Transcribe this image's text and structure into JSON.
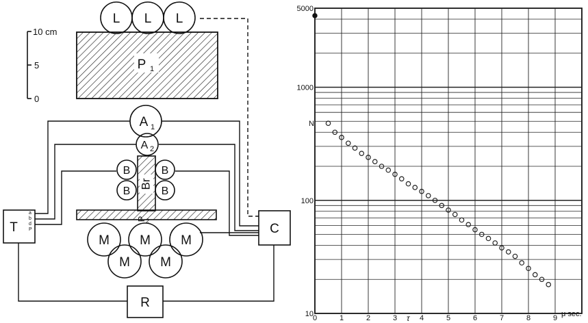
{
  "scale_bar": {
    "ticks": [
      "10 cm",
      "5",
      "0"
    ]
  },
  "apparatus": {
    "counters_top": [
      "L",
      "L",
      "L"
    ],
    "absorber_top": {
      "label": "P",
      "subscript": "1"
    },
    "counter_a1": {
      "label": "A",
      "subscript": "1"
    },
    "counter_a2": {
      "label": "A",
      "subscript": "2"
    },
    "counters_side": [
      "B",
      "B",
      "B",
      "B"
    ],
    "block": {
      "label": "Br"
    },
    "absorber_mid": {
      "label": "P",
      "subscript": "2"
    },
    "counters_bottom": [
      "M",
      "M",
      "M",
      "M",
      "M"
    ],
    "unit_t": "T",
    "unit_t_inputs": [
      "a",
      "b",
      "d",
      "P"
    ],
    "unit_c": "C",
    "unit_r": "R"
  },
  "chart_data": {
    "type": "scatter",
    "xlabel": "τ",
    "x_unit_label": "μ sec.",
    "ylabel": "N",
    "y_scale": "log",
    "xlim": [
      0,
      10
    ],
    "ylim": [
      10,
      5000
    ],
    "x_tick_labels": [
      "0",
      "1",
      "2",
      "3",
      "4",
      "5",
      "6",
      "7",
      "8",
      "9"
    ],
    "y_tick_labels": [
      "10",
      "100",
      "1000",
      "5000"
    ],
    "grid": true,
    "series": [
      {
        "x": [
          0.5,
          0.75,
          1.0,
          1.25,
          1.5,
          1.75,
          2.0,
          2.25,
          2.5,
          2.75,
          3.0,
          3.25,
          3.5,
          3.75,
          4.0,
          4.25,
          4.5,
          4.75,
          5.0,
          5.25,
          5.5,
          5.75,
          6.0,
          6.25,
          6.5,
          6.75,
          7.0,
          7.25,
          7.5,
          7.75,
          8.0,
          8.25,
          8.5,
          8.75
        ],
        "y": [
          480,
          400,
          360,
          320,
          290,
          260,
          240,
          220,
          200,
          185,
          170,
          155,
          140,
          130,
          120,
          110,
          100,
          90,
          82,
          75,
          67,
          61,
          55,
          50,
          46,
          42,
          38,
          35,
          32,
          28,
          25,
          22,
          20,
          18
        ]
      },
      {
        "x": [
          0
        ],
        "y": [
          4300
        ]
      }
    ]
  }
}
